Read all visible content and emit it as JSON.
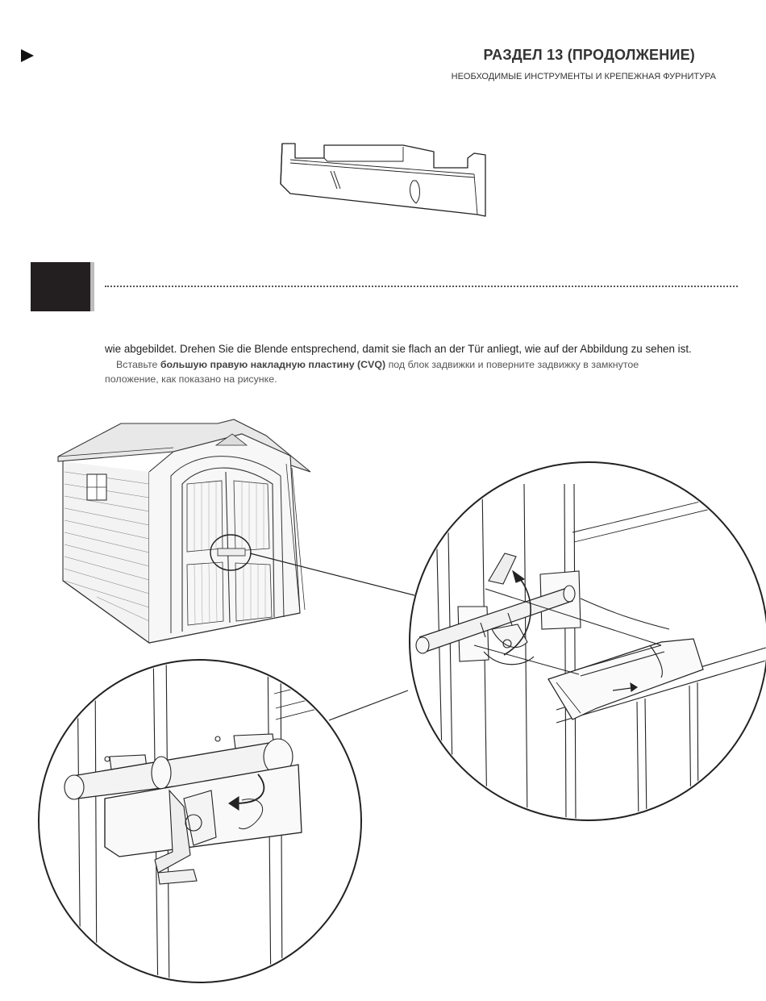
{
  "header": {
    "section_title": "РАЗДЕЛ 13 (ПРОДОЛЖЕНИЕ)",
    "section_subtitle": "НЕОБХОДИМЫЕ ИНСТРУМЕНТЫ И КРЕПЕЖНАЯ ФУРНИТУРА"
  },
  "icons": {
    "page_marker": "play-arrow-icon",
    "part": "cvq-plate-icon"
  },
  "instructions": {
    "german": "wie abgebildet. Drehen Sie die Blende entsprechend, damit sie flach an der Tür anliegt, wie auf der Abbildung zu sehen ist.",
    "russian_lead": "Вставьте ",
    "russian_bold": "большую правую накладную пластину (CVQ)",
    "russian_rest": " под блок задвижки и поверните задвижку в замкнутое положение, как показано на рисунке."
  },
  "colors": {
    "step_box": "#231f20",
    "step_bar": "#bdbdbd",
    "line_art": "#222222"
  }
}
